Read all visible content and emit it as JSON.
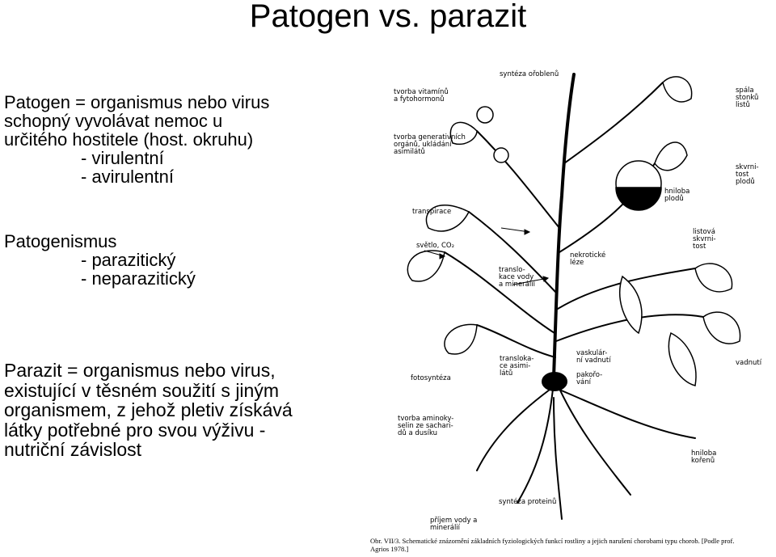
{
  "title": "Patogen vs. parazit",
  "block1": {
    "line1": "Patogen = organismus nebo virus",
    "line2": "schopný vyvolávat nemoc u",
    "line3": "určitého hostitele (host. okruhu)",
    "item1": "- virulentní",
    "item2": "- avirulentní"
  },
  "block2": {
    "heading": "Patogenismus",
    "item1": "- parazitický",
    "item2": "- neparazitický"
  },
  "block3": {
    "line1": "Parazit = organismus nebo virus,",
    "line2": "existující v těsném soužití s jiným",
    "line3": "organismem, z jehož pletiv získává",
    "line4": "látky potřebné pro svou výživu -",
    "line5": "nutriční závislost"
  },
  "figure": {
    "labels": {
      "synteza_sroubenu": "syntéza ořoblenů",
      "tvorba_vitaminu": "tvorba vitamínů\na fytohormonů",
      "tvorba_generativnich": "tvorba generativních\norgánů, ukládání\nasimilátů",
      "transpirace": "transpirace",
      "svetlo_co2": "světlo, CO₂",
      "translokace_vody": "translo-\nkace vody\na minerálií",
      "nekroticke_teze": "nekrotické\nléze",
      "spala_stonku": "spála\nstonků\nlistů",
      "skvrnitost_plodu": "skvrni-\ntost\nplodů",
      "hniloba_plodu": "hniloba\nplodů",
      "listova_skvrnitost": "listová\nskvrni-\ntost",
      "translokace_asimilatu": "transloka-\nce asimi-\nlátů",
      "fotosynteza": "fotosyntéza",
      "vaskularni_vadnuti": "vaskulár-\nní vadnutí",
      "pakorovani": "pakořo-\nvání",
      "vadnuti": "vadnutí",
      "tvorba_aminokyselin": "tvorba aminoky-\nselin ze sachari-\ndů a dusíku",
      "hniloba_korenu": "hniloba\nkořenů",
      "synteza_proteinu": "syntéza proteinů",
      "prijem_vody": "příjem vody a\nminerálií"
    },
    "caption_line1": "Obr. VII/3. Schematické znázornění základních fyziologických funkcí rostliny a jejich narušení chorobami typu chorob. [Podle prof.",
    "caption_line2": "Agrios 1978.]"
  }
}
